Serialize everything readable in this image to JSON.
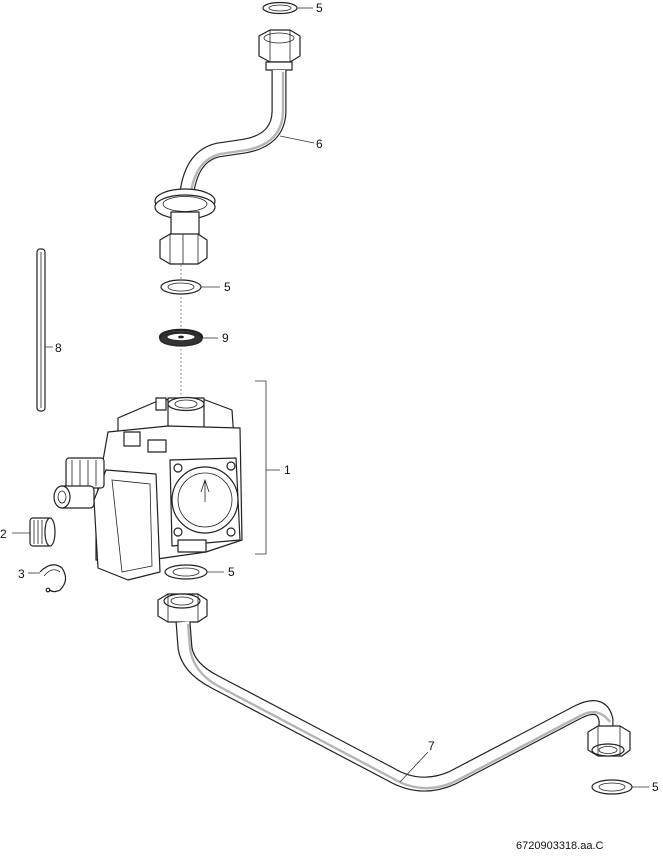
{
  "callouts": [
    {
      "id": "c5a",
      "label": "5"
    },
    {
      "id": "c6",
      "label": "6"
    },
    {
      "id": "c5b",
      "label": "5"
    },
    {
      "id": "c9",
      "label": "9"
    },
    {
      "id": "c8",
      "label": "8"
    },
    {
      "id": "c1",
      "label": "1"
    },
    {
      "id": "c2",
      "label": "2"
    },
    {
      "id": "c3",
      "label": "3"
    },
    {
      "id": "c5c",
      "label": "5"
    },
    {
      "id": "c7",
      "label": "7"
    },
    {
      "id": "c5d",
      "label": "5"
    }
  ],
  "document_id": "6720903318.aa.C"
}
